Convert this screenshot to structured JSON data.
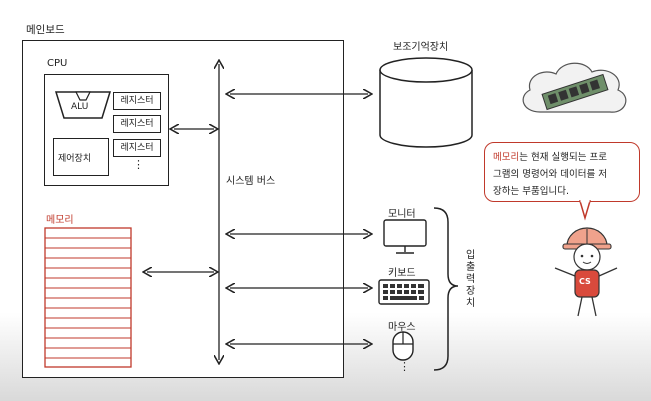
{
  "mainboard": {
    "label": "메인보드"
  },
  "cpu": {
    "label": "CPU",
    "alu": "ALU",
    "control_unit": "제어장치",
    "registers": [
      "레지스터",
      "레지스터",
      "레지스터"
    ],
    "more": "⋮"
  },
  "memory": {
    "label": "메모리"
  },
  "system_bus": {
    "label": "시스템 버스"
  },
  "storage": {
    "label": "보조기억장치"
  },
  "io": {
    "label": "입출력장치",
    "monitor": "모니터",
    "keyboard": "키보드",
    "mouse": "마우스",
    "more": "⋮"
  },
  "speech": {
    "highlight": "메모리",
    "line1_rest": "는 현재 실행되는 프로",
    "line2": "그램의 명령어와 데이터를 저",
    "line3": "장하는 부품입니다."
  },
  "mascot": {
    "badge": "CS"
  },
  "colors": {
    "accent": "#c0392b",
    "ink": "#222222"
  }
}
